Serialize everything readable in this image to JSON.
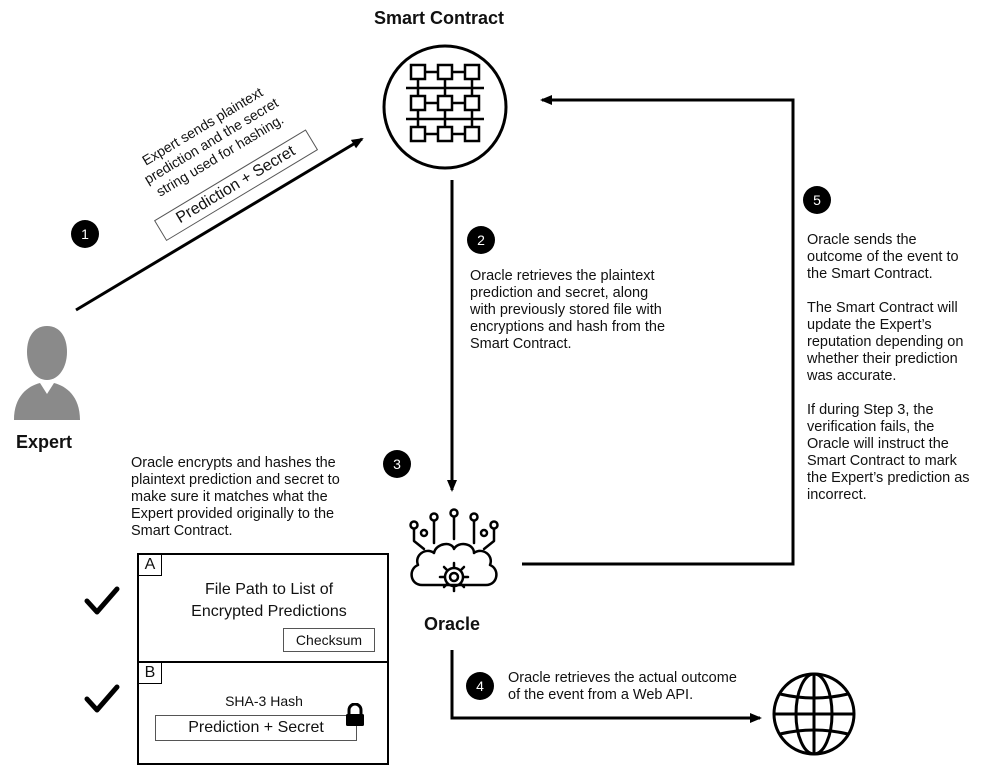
{
  "nodes": {
    "smart_contract": "Smart Contract",
    "expert": "Expert",
    "oracle": "Oracle"
  },
  "steps": [
    {
      "num": "1",
      "text": "Expert sends plaintext\nprediction and the secret\nstring used for hashing.",
      "label": "Prediction + Secret"
    },
    {
      "num": "2",
      "text": "Oracle retrieves the plaintext\nprediction and secret, along\nwith previously stored file with\nencryptions and hash from the\nSmart Contract."
    },
    {
      "num": "3",
      "text": "Oracle encrypts and hashes the\nplaintext prediction and secret to\nmake sure it matches what the\nExpert provided originally to the\nSmart Contract."
    },
    {
      "num": "4",
      "text": "Oracle retrieves the actual outcome\nof the event from a Web API."
    },
    {
      "num": "5",
      "text": "Oracle sends the\noutcome of the event to\nthe Smart Contract.\n\nThe Smart Contract will\nupdate the Expert’s\nreputation depending on\nwhether their prediction\nwas accurate.\n\nIf during Step 3, the\nverification fails, the\nOracle will instruct the\nSmart Contract to mark\nthe Expert’s prediction as\nincorrect."
    }
  ],
  "box_a": {
    "letter": "A",
    "title": "File Path to List of\nEncrypted Predictions",
    "checksum": "Checksum"
  },
  "box_b": {
    "letter": "B",
    "title": "SHA-3 Hash",
    "label": "Prediction + Secret"
  },
  "icons": [
    "blockchain-grid-icon",
    "person-icon",
    "brain-gear-icon",
    "globe-icon",
    "check-icon",
    "lock-icon"
  ]
}
